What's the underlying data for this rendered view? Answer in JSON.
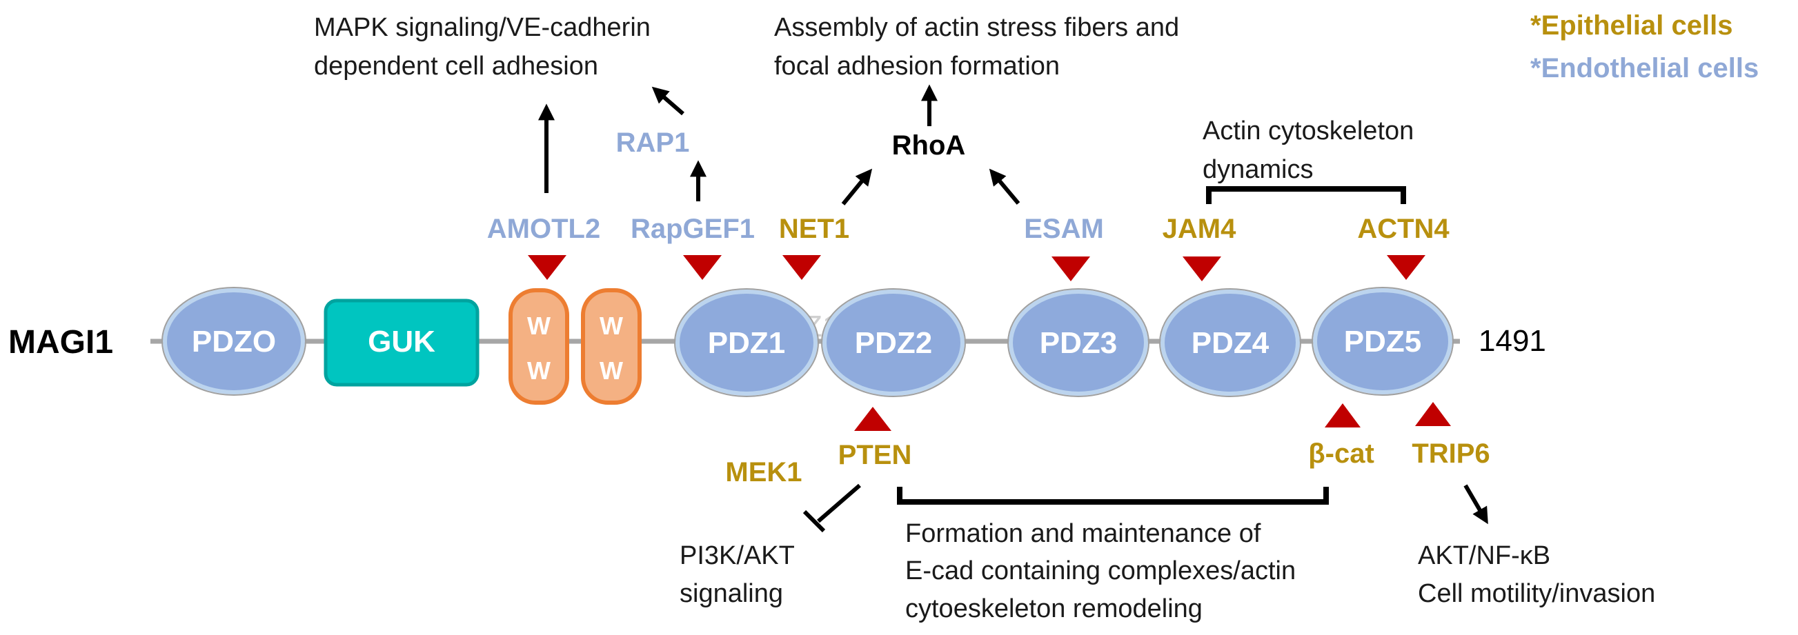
{
  "protein": {
    "name": "MAGI1",
    "length_label": "1491"
  },
  "domains": [
    {
      "id": "pdz0",
      "label": "PDZO",
      "type": "PDZ"
    },
    {
      "id": "guk",
      "label": "GUK",
      "type": "GUK"
    },
    {
      "id": "ww1",
      "label_top": "W",
      "label_bottom": "W",
      "type": "WW"
    },
    {
      "id": "ww2",
      "label_top": "W",
      "label_bottom": "W",
      "type": "WW"
    },
    {
      "id": "pdz1",
      "label": "PDZ1",
      "type": "PDZ"
    },
    {
      "id": "pdz2",
      "label": "PDZ2",
      "type": "PDZ"
    },
    {
      "id": "pdz3",
      "label": "PDZ3",
      "type": "PDZ"
    },
    {
      "id": "pdz4",
      "label": "PDZ4",
      "type": "PDZ"
    },
    {
      "id": "pdz5",
      "label": "PDZ5",
      "type": "PDZ"
    }
  ],
  "ghost_label": "Z1",
  "interactors_top": [
    {
      "name": "AMOTL2",
      "cell_type": "endothelial",
      "binds": "ww1"
    },
    {
      "name": "RapGEF1",
      "cell_type": "endothelial",
      "binds": "pdz1"
    },
    {
      "name": "NET1",
      "cell_type": "epithelial",
      "binds": "pdz1"
    },
    {
      "name": "ESAM",
      "cell_type": "endothelial",
      "binds": "pdz3"
    },
    {
      "name": "JAM4",
      "cell_type": "epithelial",
      "binds": "pdz4"
    },
    {
      "name": "ACTN4",
      "cell_type": "epithelial",
      "binds": "pdz5"
    }
  ],
  "interactors_bottom": [
    {
      "name": "PTEN",
      "cell_type": "epithelial",
      "binds": "pdz2"
    },
    {
      "name": "MEK1",
      "cell_type": "epithelial"
    },
    {
      "name": "β-cat",
      "cell_type": "epithelial",
      "binds": "pdz5"
    },
    {
      "name": "TRIP6",
      "cell_type": "epithelial",
      "binds": "pdz5"
    }
  ],
  "intermediates": {
    "rap1": "RAP1",
    "rhoa": "RhoA"
  },
  "outcomes": {
    "mapk": [
      "MAPK signaling/VE-cadherin",
      "dependent cell adhesion"
    ],
    "stress_fibers": [
      "Assembly of actin stress fibers and",
      "focal adhesion formation"
    ],
    "actin_dynamics": [
      "Actin cytoskeleton",
      "dynamics"
    ],
    "pi3k": [
      "PI3K/AKT",
      "signaling"
    ],
    "ecad": [
      "Formation and maintenance of",
      "E-cad containing complexes/actin",
      "cytoeskeleton remodeling"
    ],
    "akt_nfkb": [
      "AKT/NF-κB",
      "Cell motility/invasion"
    ]
  },
  "legend": [
    {
      "label": "*Epithelial cells",
      "color": "#b8900e"
    },
    {
      "label": "*Endothelial cells",
      "color": "#8fa8d6"
    }
  ],
  "colors": {
    "epithelial": "#b8900e",
    "endothelial": "#8fa8d6",
    "pdz_fill": "#8eaadc",
    "guk_fill": "#00c5c0",
    "ww_fill": "#f4b183",
    "ww_stroke": "#ed7d31",
    "binding_marker": "#c00000"
  }
}
